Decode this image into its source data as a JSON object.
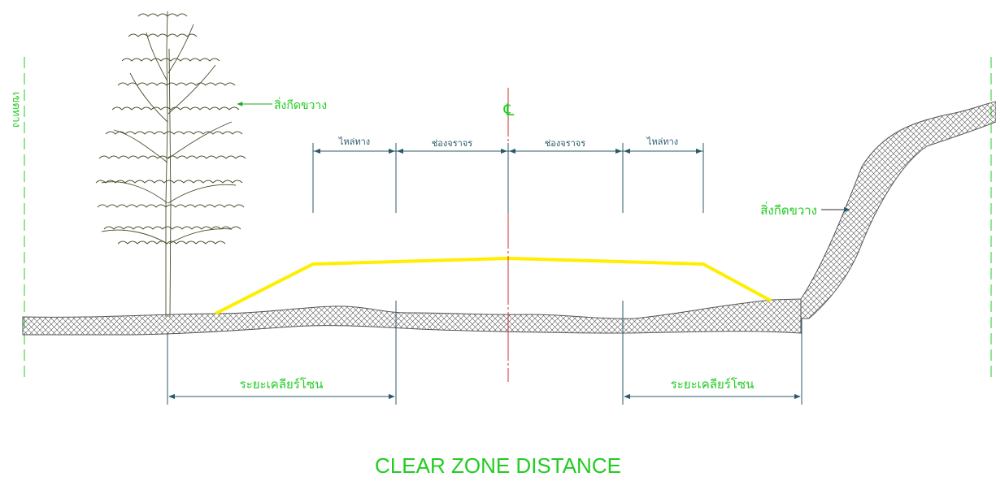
{
  "diagram": {
    "title": "CLEAR ZONE DISTANCE",
    "centerline_symbol": "℄",
    "row_label_left": "เขตทาง",
    "obstacle_tree_label": "สิ่งกีดขวาง",
    "obstacle_slope_label": "สิ่งกีดขวาง",
    "shoulder_left_label": "ไหล่ทาง",
    "lane_left_label": "ช่องจราจร",
    "lane_right_label": "ช่องจราจร",
    "shoulder_right_label": "ไหล่ทาง",
    "clear_zone_left_label": "ระยะเคลียร์โซน",
    "clear_zone_right_label": "ระยะเคลียร์โซน"
  },
  "colors": {
    "label_green": "#22cc22",
    "dimension": "#2a5a6a",
    "road_surface": "#ffee00",
    "centerline": "#cc3333",
    "hatch": "#555555",
    "tree": "#4a4a2a"
  },
  "icons": {
    "tree": "tree-icon",
    "arrow": "leader-arrow-icon"
  }
}
